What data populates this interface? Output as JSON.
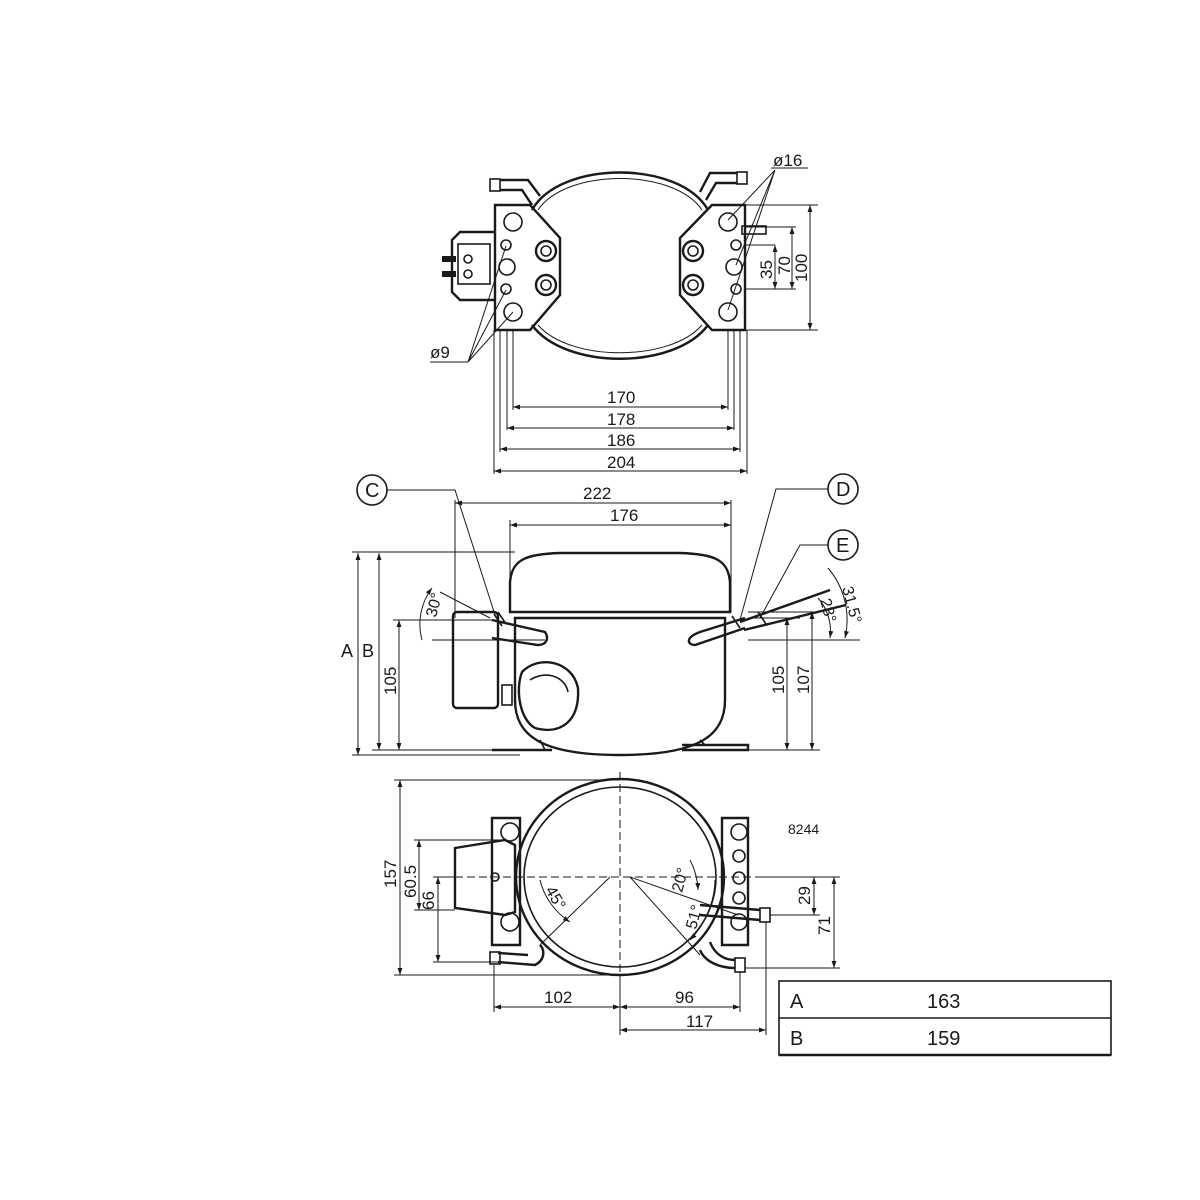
{
  "drawing_number": "8244",
  "top_view": {
    "hole_large_label": "ø16",
    "hole_small_label": "ø9",
    "dim_35": "35",
    "dim_70": "70",
    "dim_100": "100",
    "dim_170": "170",
    "dim_178": "178",
    "dim_186": "186",
    "dim_204": "204"
  },
  "side_view": {
    "callout_c": "C",
    "callout_d": "D",
    "callout_e": "E",
    "dim_222": "222",
    "dim_176": "176",
    "label_a": "A",
    "label_b": "B",
    "dim_105_left": "105",
    "dim_105_right": "105",
    "dim_107": "107",
    "angle_30": "30°",
    "angle_28": "28°",
    "angle_31_5": "31.5°"
  },
  "bottom_view": {
    "dim_157": "157",
    "dim_60_5": "60.5",
    "dim_66": "66",
    "dim_29": "29",
    "dim_71": "71",
    "dim_102": "102",
    "dim_96": "96",
    "dim_117": "117",
    "angle_45": "45°",
    "angle_20": "20°",
    "angle_51": "51°"
  },
  "ab_table": {
    "rows": [
      {
        "key": "A",
        "value": "163"
      },
      {
        "key": "B",
        "value": "159"
      }
    ]
  }
}
